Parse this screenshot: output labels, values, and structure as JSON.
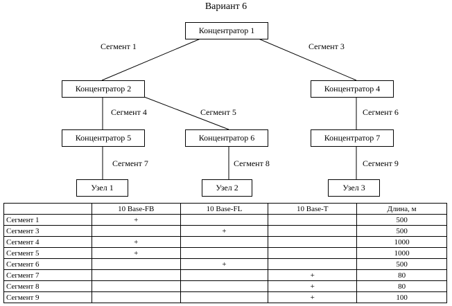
{
  "title": "Вариант 6",
  "nodes": {
    "hub1": "Концентратор 1",
    "hub2": "Концентратор 2",
    "hub4": "Концентратор 4",
    "hub5": "Концентратор 5",
    "hub6": "Концентратор 6",
    "hub7": "Концентратор 7",
    "node1": "Узел 1",
    "node2": "Узел 2",
    "node3": "Узел 3"
  },
  "segments": {
    "s1": "Сегмент 1",
    "s3": "Сегмент 3",
    "s4": "Сегмент 4",
    "s5": "Сегмент 5",
    "s6": "Сегмент 6",
    "s7": "Сегмент 7",
    "s8": "Сегмент 8",
    "s9": "Сегмент 9"
  },
  "table": {
    "headers": [
      "",
      "10 Base-FB",
      "10 Base-FL",
      "10 Base-T",
      "Длина, м"
    ],
    "rows": [
      [
        "Сегмент 1",
        "+",
        "",
        "",
        "500"
      ],
      [
        "Сегмент 3",
        "",
        "+",
        "",
        "500"
      ],
      [
        "Сегмент 4",
        "+",
        "",
        "",
        "1000"
      ],
      [
        "Сегмент 5",
        "+",
        "",
        "",
        "1000"
      ],
      [
        "Сегмент 6",
        "",
        "+",
        "",
        "500"
      ],
      [
        "Сегмент 7",
        "",
        "",
        "+",
        "80"
      ],
      [
        "Сегмент 8",
        "",
        "",
        "+",
        "80"
      ],
      [
        "Сегмент 9",
        "",
        "",
        "+",
        "100"
      ]
    ]
  }
}
